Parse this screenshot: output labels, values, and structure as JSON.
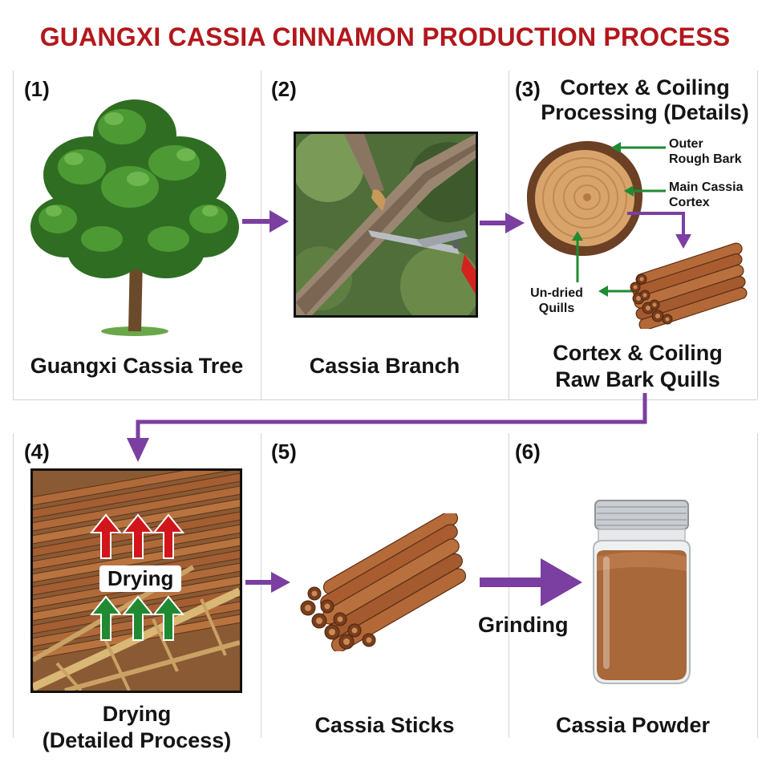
{
  "title": "GUANGXI CASSIA CINNAMON PRODUCTION PROCESS",
  "colors": {
    "title": "#b3171c",
    "flow_arrow": "#7a3fa0",
    "label_arrow": "#1f8a32",
    "heat_arrow": "#d2151b",
    "cinnamon": "#a0522d"
  },
  "steps": [
    {
      "number": "(1)",
      "caption": "Guangxi Cassia Tree",
      "icon": "tree-illustration"
    },
    {
      "number": "(2)",
      "caption": "Cassia Branch",
      "icon": "branch-pruning-photo"
    },
    {
      "number": "(3)",
      "header": [
        "Cortex & Coiling",
        "Processing (Details)"
      ],
      "caption": [
        "Cortex & Coiling",
        "Raw Bark Quills"
      ],
      "labels": {
        "outer_bark": [
          "Outer",
          "Rough Bark"
        ],
        "main_cortex": [
          "Main Cassia",
          "Cortex"
        ],
        "undried_quills": [
          "Un-dried",
          "Quills"
        ]
      },
      "icon": "log-cross-section"
    },
    {
      "number": "(4)",
      "caption": [
        "Drying",
        "(Detailed Process)"
      ],
      "overlay_label": "Drying",
      "icon": "drying-rack-photo"
    },
    {
      "number": "(5)",
      "caption": "Cassia Sticks",
      "icon": "cinnamon-sticks"
    },
    {
      "number": "(6)",
      "caption": "Cassia Powder",
      "icon": "powder-jar"
    }
  ],
  "flow_label": "Grinding"
}
